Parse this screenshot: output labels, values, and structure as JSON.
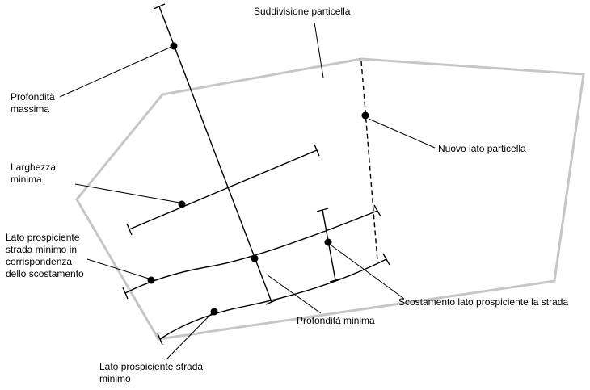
{
  "diagram": {
    "title": "Suddivisione particella",
    "labels": {
      "suddivisione_particella": "Suddivisione particella",
      "profondita_massima": "Profondità\nmassima",
      "larghezza_minima": "Larghezza\nminima",
      "lato_prospiciente_scostamento": "Lato prospiciente\nstrada minimo in\ncorrispondenza\ndello scostamento",
      "nuovo_lato_particella": "Nuovo lato particella",
      "scostamento_lato": "Scostamento lato prospiciente la strada",
      "profondita_minima": "Profondità minima",
      "lato_prospiciente_minimo": "Lato prospiciente strada\nminimo"
    },
    "colors": {
      "parcel_outline": "#c6c6c6",
      "line": "#000000",
      "background": "#ffffff"
    }
  }
}
